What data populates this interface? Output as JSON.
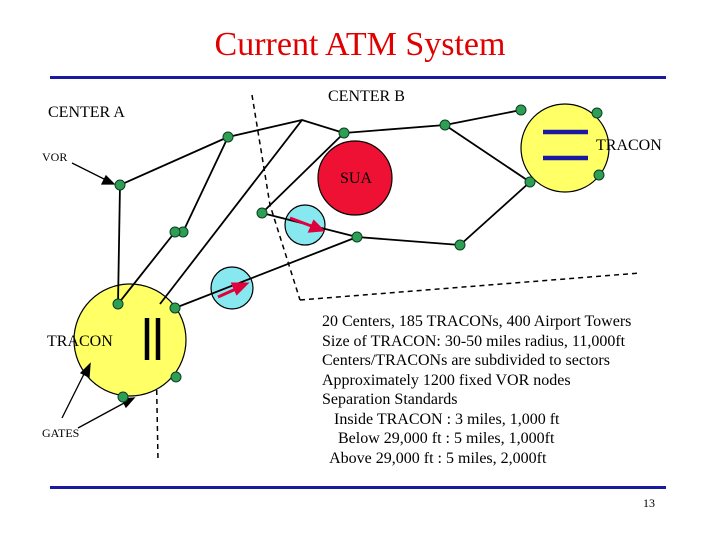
{
  "title": "Current ATM System",
  "labels": {
    "center_a": "CENTER  A",
    "center_b": "CENTER  B",
    "vor": "VOR",
    "tracon_top": "TRACON",
    "sua": "SUA",
    "tracon_left": "TRACON",
    "gates": "GATES"
  },
  "notes": [
    "20 Centers, 185 TRACONs, 400 Airport Towers",
    "Size of TRACON: 30-50 miles radius, 11,000ft",
    "Centers/TRACONs are subdivided to sectors",
    "Approximately 1200 fixed VOR nodes",
    "Separation Standards",
    "   Inside TRACON : 3 miles, 1,000 ft",
    "    Below 29,000 ft : 5 miles, 1,000ft",
    "  Above 29,000 ft : 5 miles, 2,000ft"
  ],
  "page_number": "13",
  "colors": {
    "title": "#e00000",
    "rule": "#1a1aa0",
    "node": "#2e9e55",
    "tracon_fill": "#ffff66",
    "sua_fill": "#ee1133",
    "aircraft_fill": "#88e8ef",
    "arrow": "#e0003c"
  }
}
